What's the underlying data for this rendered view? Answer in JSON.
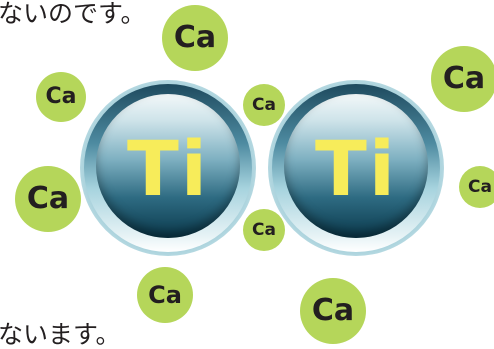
{
  "text_top": "ないのです。",
  "text_bottom": "ないます。",
  "titanium": {
    "label": "Ti"
  },
  "calcium": {
    "label": "Ca"
  },
  "colors": {
    "calcium_fill": "#b5d65a",
    "titanium_text": "#f7ec5a",
    "titanium_dark": "#0b3a4d"
  }
}
